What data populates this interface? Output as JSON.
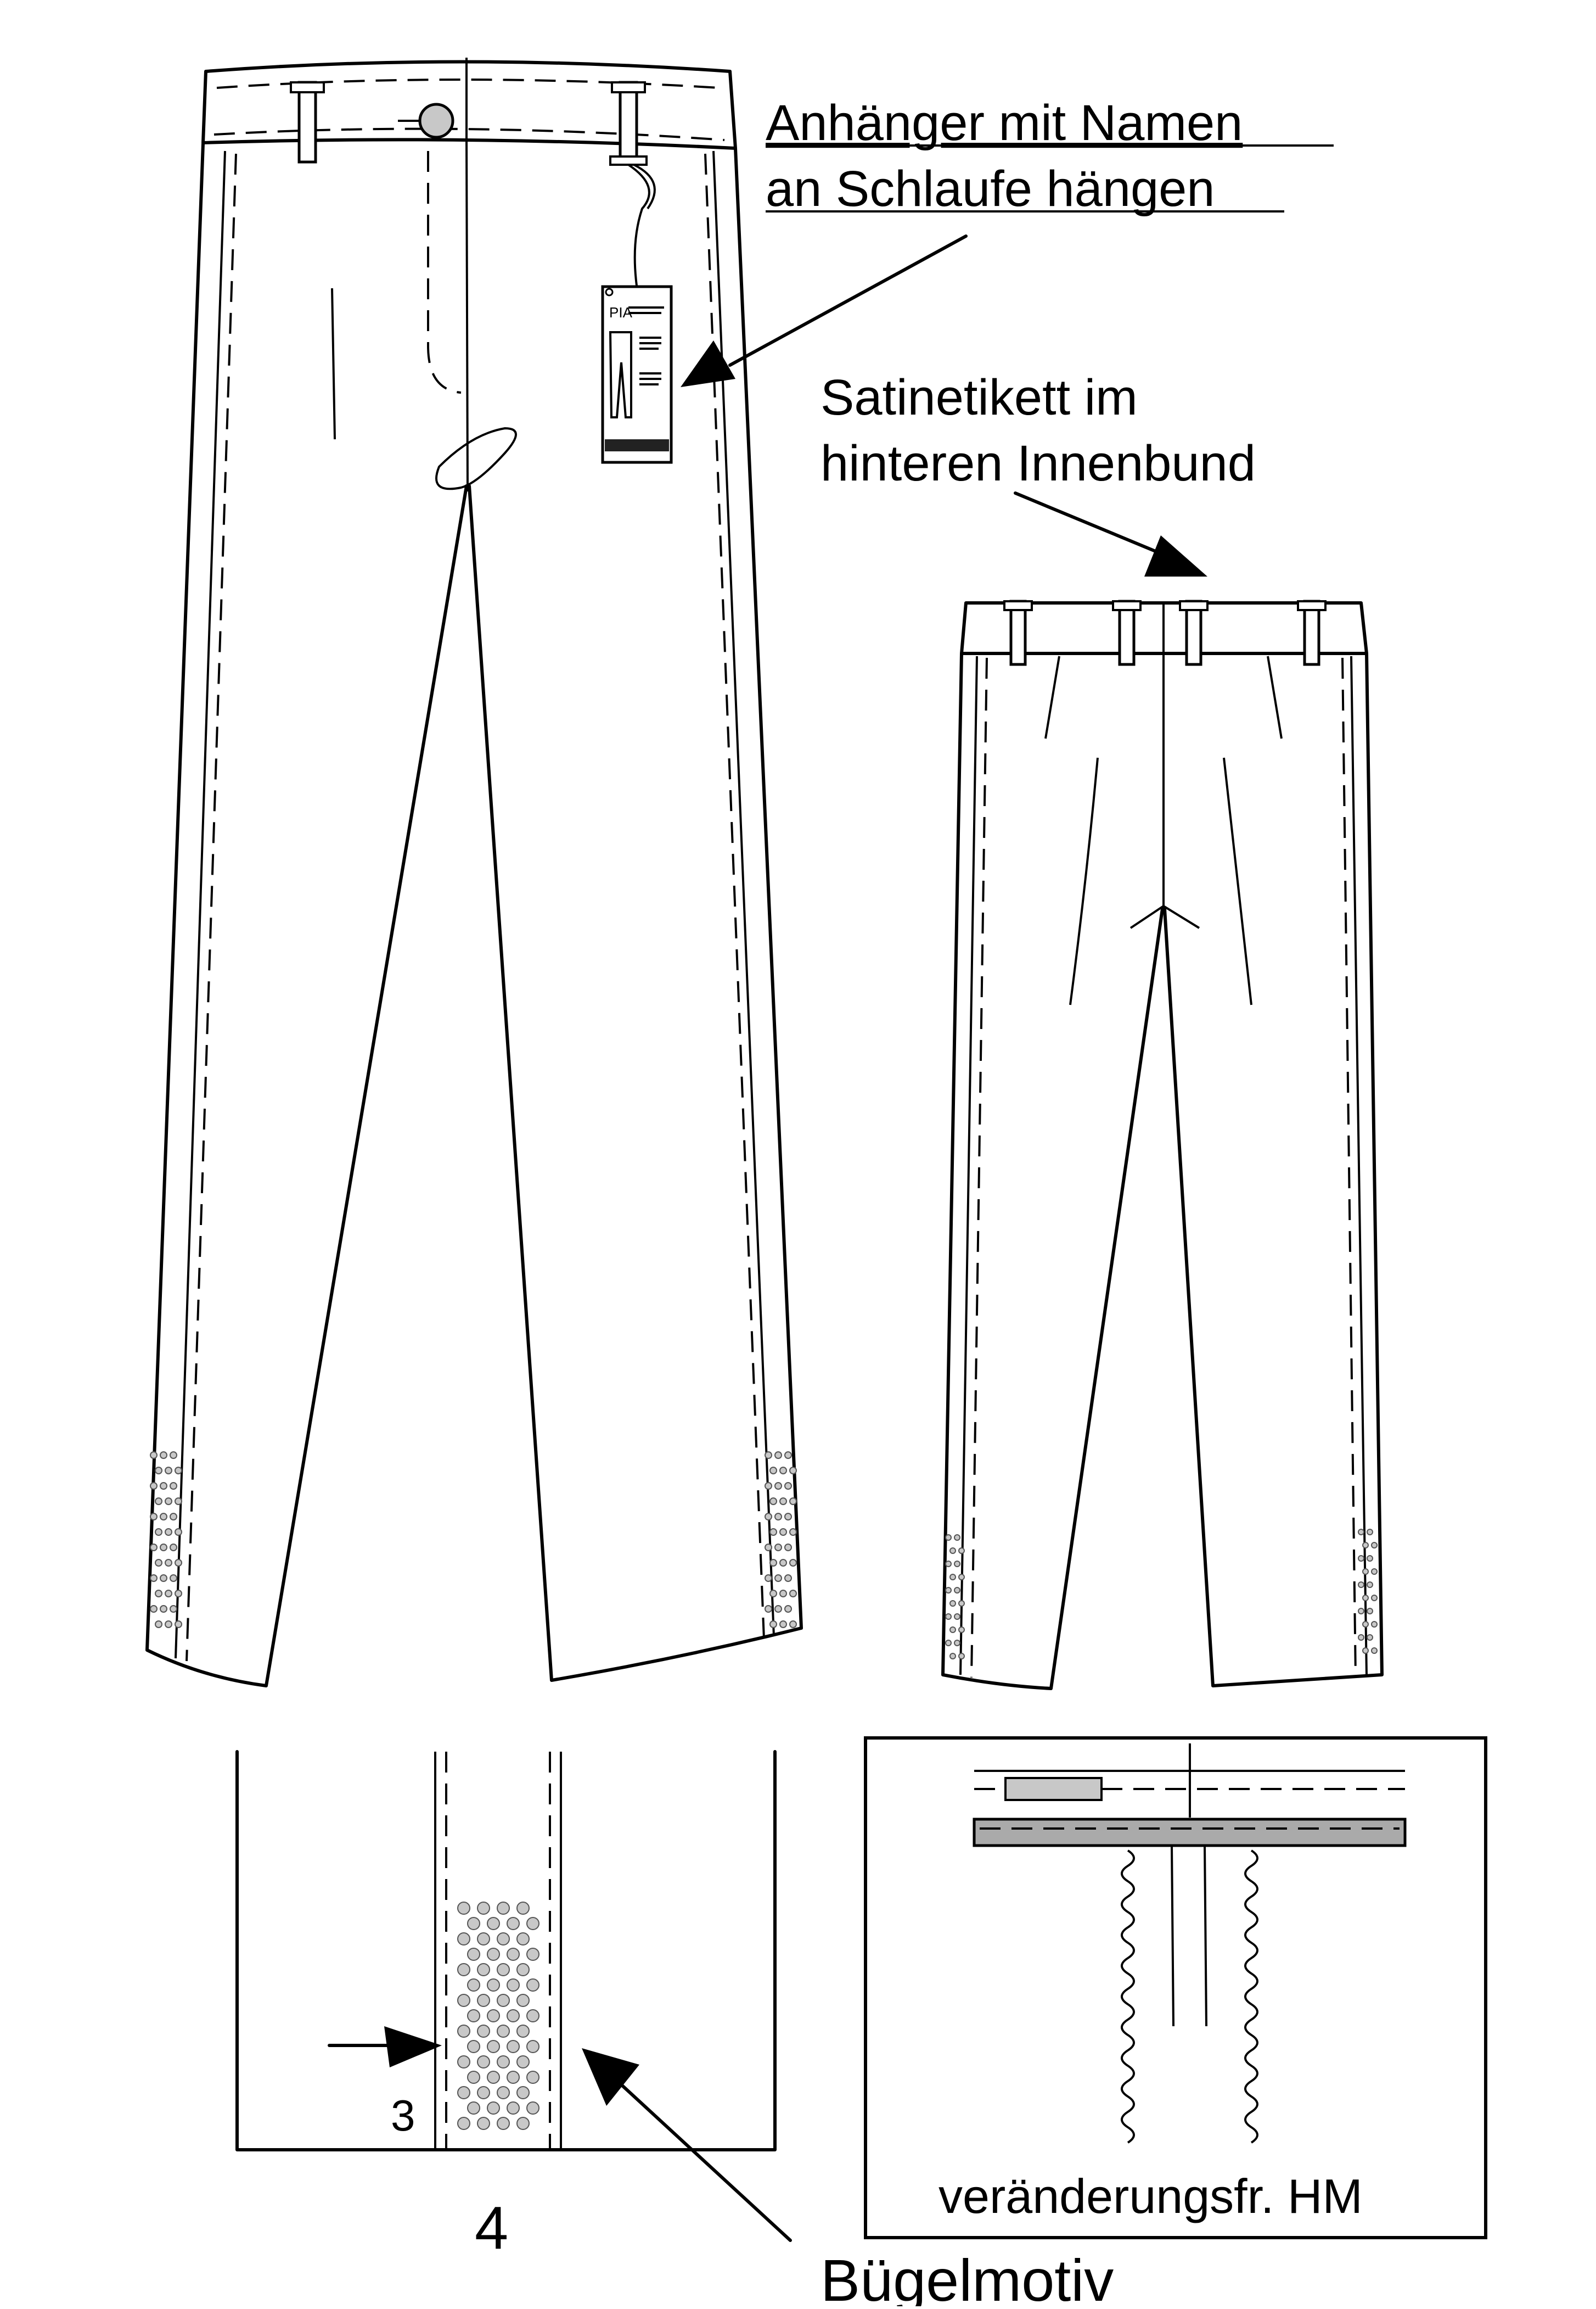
{
  "labels": {
    "hang_tag_note_line1": "Anhänger mit Namen",
    "hang_tag_note_line2": "an Schlaufe hängen",
    "satin_label_note_line1": "Satinetikett im",
    "satin_label_note_line2": "hinteren Innenbund",
    "motif_label": "Bügelmotiv",
    "measure_small": "3",
    "measure_large": "4",
    "hem_detail_caption": "veränderungsfr. HM"
  },
  "hang_tag": {
    "title": "PIA"
  },
  "colors": {
    "line": "#000000",
    "dot_fill": "#c8c8c8",
    "band_fill": "#aaaaaa",
    "tag_bottom": "#222222"
  }
}
